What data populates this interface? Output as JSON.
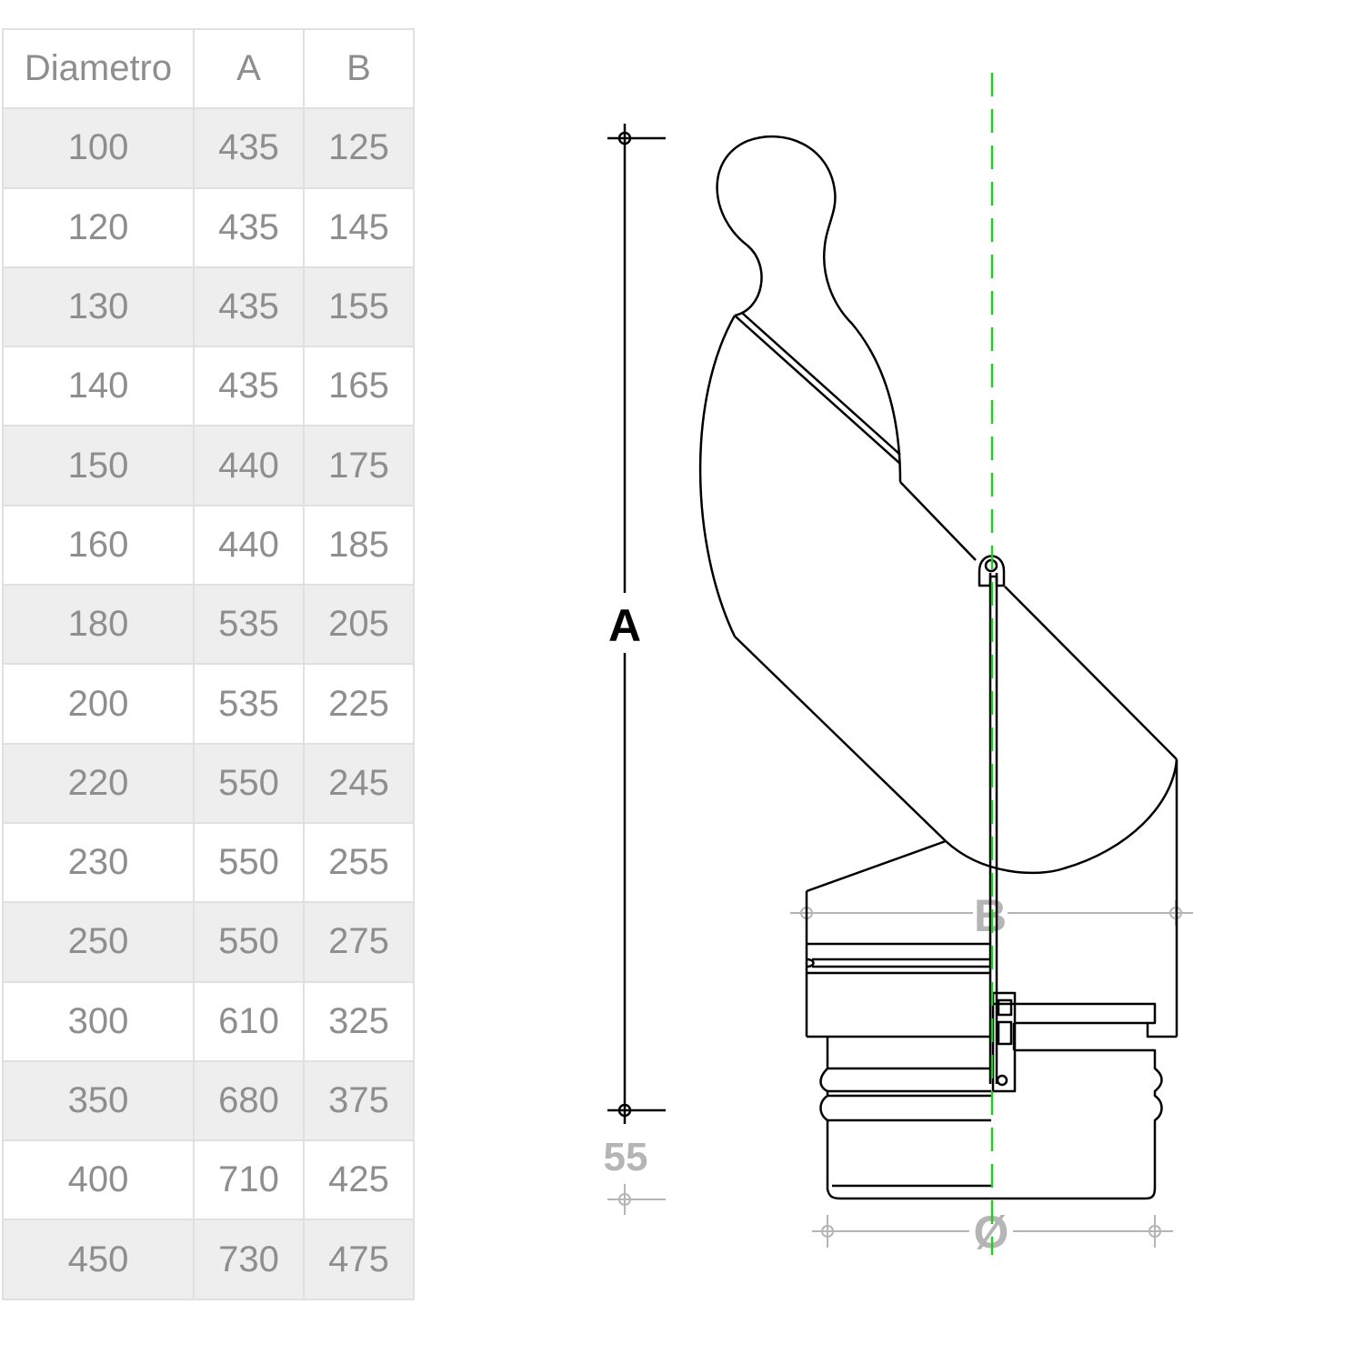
{
  "table": {
    "headers": [
      "Diametro",
      "A",
      "B"
    ],
    "rows": [
      [
        "100",
        "435",
        "125"
      ],
      [
        "120",
        "435",
        "145"
      ],
      [
        "130",
        "435",
        "155"
      ],
      [
        "140",
        "435",
        "165"
      ],
      [
        "150",
        "440",
        "175"
      ],
      [
        "160",
        "440",
        "185"
      ],
      [
        "180",
        "535",
        "205"
      ],
      [
        "200",
        "535",
        "225"
      ],
      [
        "220",
        "550",
        "245"
      ],
      [
        "230",
        "550",
        "255"
      ],
      [
        "250",
        "550",
        "275"
      ],
      [
        "300",
        "610",
        "325"
      ],
      [
        "350",
        "680",
        "375"
      ],
      [
        "400",
        "710",
        "425"
      ],
      [
        "450",
        "730",
        "475"
      ]
    ]
  },
  "drawing": {
    "dimension_a_label": "A",
    "dimension_b_label": "B",
    "dimension_55_label": "55",
    "diameter_label": "Ø",
    "colors": {
      "outline": "#000000",
      "dimension_gray": "#b5b5b5",
      "axis_green": "#22cc22"
    }
  }
}
